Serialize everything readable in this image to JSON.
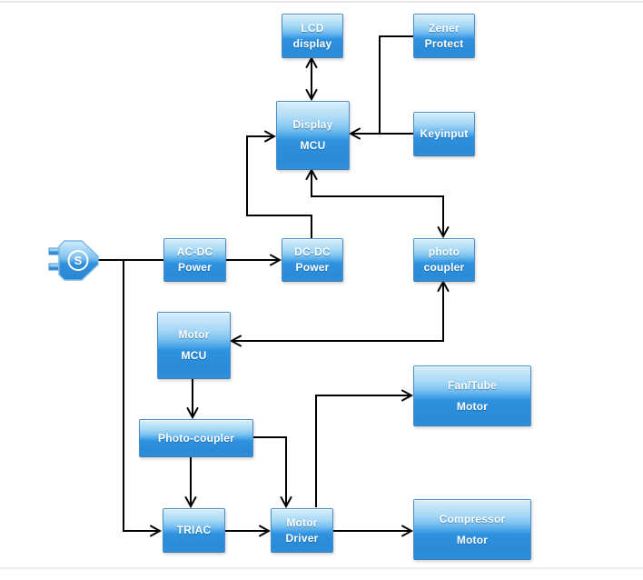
{
  "diagram": {
    "type": "block-diagram",
    "nodes": {
      "lcd": {
        "line1": "LCD",
        "line2": "display"
      },
      "zener": {
        "line1": "Zener",
        "line2": "Protect"
      },
      "display_mcu": {
        "line1": "Display",
        "line2": "MCU"
      },
      "keyinput": {
        "line1": "Keyinput",
        "line2": ""
      },
      "ac_dc": {
        "line1": "AC-DC",
        "line2": "Power"
      },
      "dc_dc": {
        "line1": "DC-DC",
        "line2": "Power"
      },
      "photo_coupler": {
        "line1": "photo",
        "line2": "coupler"
      },
      "motor_mcu": {
        "line1": "Motor",
        "line2": "MCU"
      },
      "photo_coupler_wide": {
        "line1": "Photo-coupler",
        "line2": ""
      },
      "triac": {
        "line1": "TRIAC",
        "line2": ""
      },
      "motor_driver": {
        "line1": "Motor",
        "line2": "Driver"
      },
      "fan_tube": {
        "line1": "Fan/Tube",
        "line2": "Motor"
      },
      "compressor": {
        "line1": "Compressor",
        "line2": "Motor"
      }
    },
    "plug": {
      "letter": "S"
    },
    "edges": [
      {
        "from": "power-plug",
        "to": "ac-dc-power",
        "arrow": "none"
      },
      {
        "from": "power-plug",
        "to": "triac",
        "arrow": "end"
      },
      {
        "from": "ac-dc-power",
        "to": "dc-dc-power",
        "arrow": "end"
      },
      {
        "from": "dc-dc-power",
        "to": "display-mcu",
        "arrow": "end"
      },
      {
        "from": "lcd-display",
        "to": "display-mcu",
        "arrow": "both"
      },
      {
        "from": "zener-protect",
        "to": "display-mcu",
        "arrow": "end"
      },
      {
        "from": "keyinput",
        "to": "display-mcu",
        "arrow": "end"
      },
      {
        "from": "display-mcu",
        "to": "photo-coupler",
        "arrow": "both"
      },
      {
        "from": "photo-coupler",
        "to": "motor-mcu",
        "arrow": "both"
      },
      {
        "from": "motor-mcu",
        "to": "photo-coupler-2",
        "arrow": "end"
      },
      {
        "from": "photo-coupler-2",
        "to": "triac",
        "arrow": "end"
      },
      {
        "from": "photo-coupler-2",
        "to": "motor-driver",
        "arrow": "end"
      },
      {
        "from": "triac",
        "to": "motor-driver",
        "arrow": "end"
      },
      {
        "from": "motor-driver",
        "to": "fan-tube-motor",
        "arrow": "end"
      },
      {
        "from": "motor-driver",
        "to": "compressor-motor",
        "arrow": "end"
      }
    ],
    "colors": {
      "box_top": "#d8eefb",
      "box_mid": "#4aa5e8",
      "box_bottom": "#2a8bd8",
      "box_border": "#4e8ec8",
      "line": "#000000",
      "text": "#ffffff"
    }
  }
}
